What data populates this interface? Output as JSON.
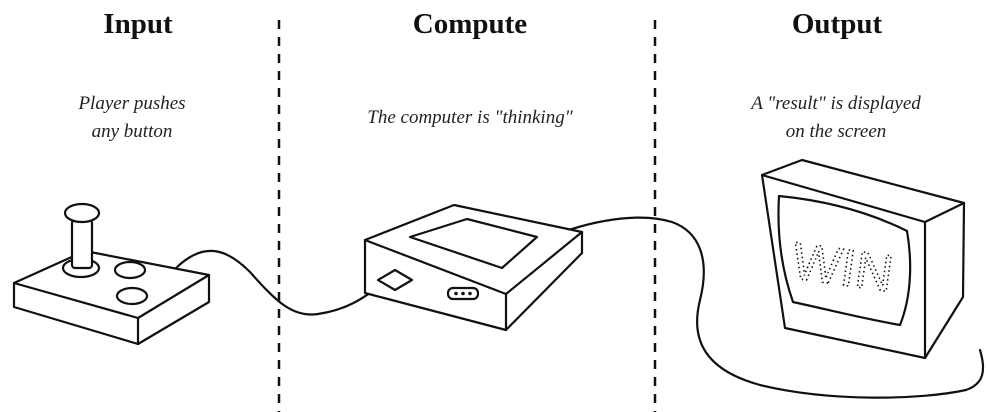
{
  "sections": [
    {
      "heading": "Input",
      "caption_lines": [
        "Player pushes",
        "any button"
      ]
    },
    {
      "heading": "Compute",
      "caption_lines": [
        "The computer is \"thinking\""
      ]
    },
    {
      "heading": "Output",
      "caption_lines": [
        "A \"result\" is displayed",
        "on the screen"
      ]
    }
  ],
  "screen_text": "WIN"
}
